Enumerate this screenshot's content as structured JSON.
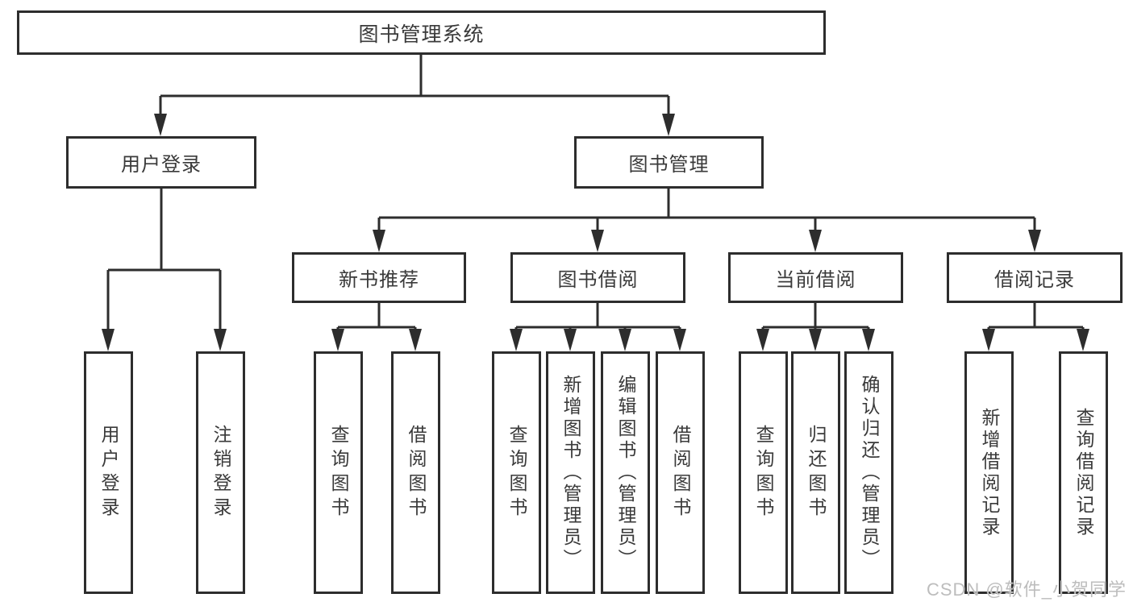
{
  "diagram": {
    "title": "图书管理系统",
    "tree": {
      "root": {
        "label": "图书管理系统"
      },
      "branches": [
        {
          "label": "用户登录",
          "leaves": [
            "用户登录",
            "注销登录"
          ]
        },
        {
          "label": "图书管理",
          "sections": [
            {
              "label": "新书推荐",
              "leaves": [
                "查询图书",
                "借阅图书"
              ]
            },
            {
              "label": "图书借阅",
              "leaves": [
                "查询图书",
                "新增图书（管理员）",
                "编辑图书（管理员）",
                "借阅图书"
              ]
            },
            {
              "label": "当前借阅",
              "leaves": [
                "查询图书",
                "归还图书",
                "确认归还（管理员）"
              ]
            },
            {
              "label": "借阅记录",
              "leaves": [
                "新增借阅记录",
                "查询借阅记录"
              ]
            }
          ]
        }
      ]
    },
    "colors": {
      "line": "#2d2d2d",
      "text": "#3a3a3a",
      "background": "#ffffff",
      "watermark": "#bdbdbd"
    },
    "watermark": {
      "text": "CSDN @软件_小贺同学"
    }
  }
}
